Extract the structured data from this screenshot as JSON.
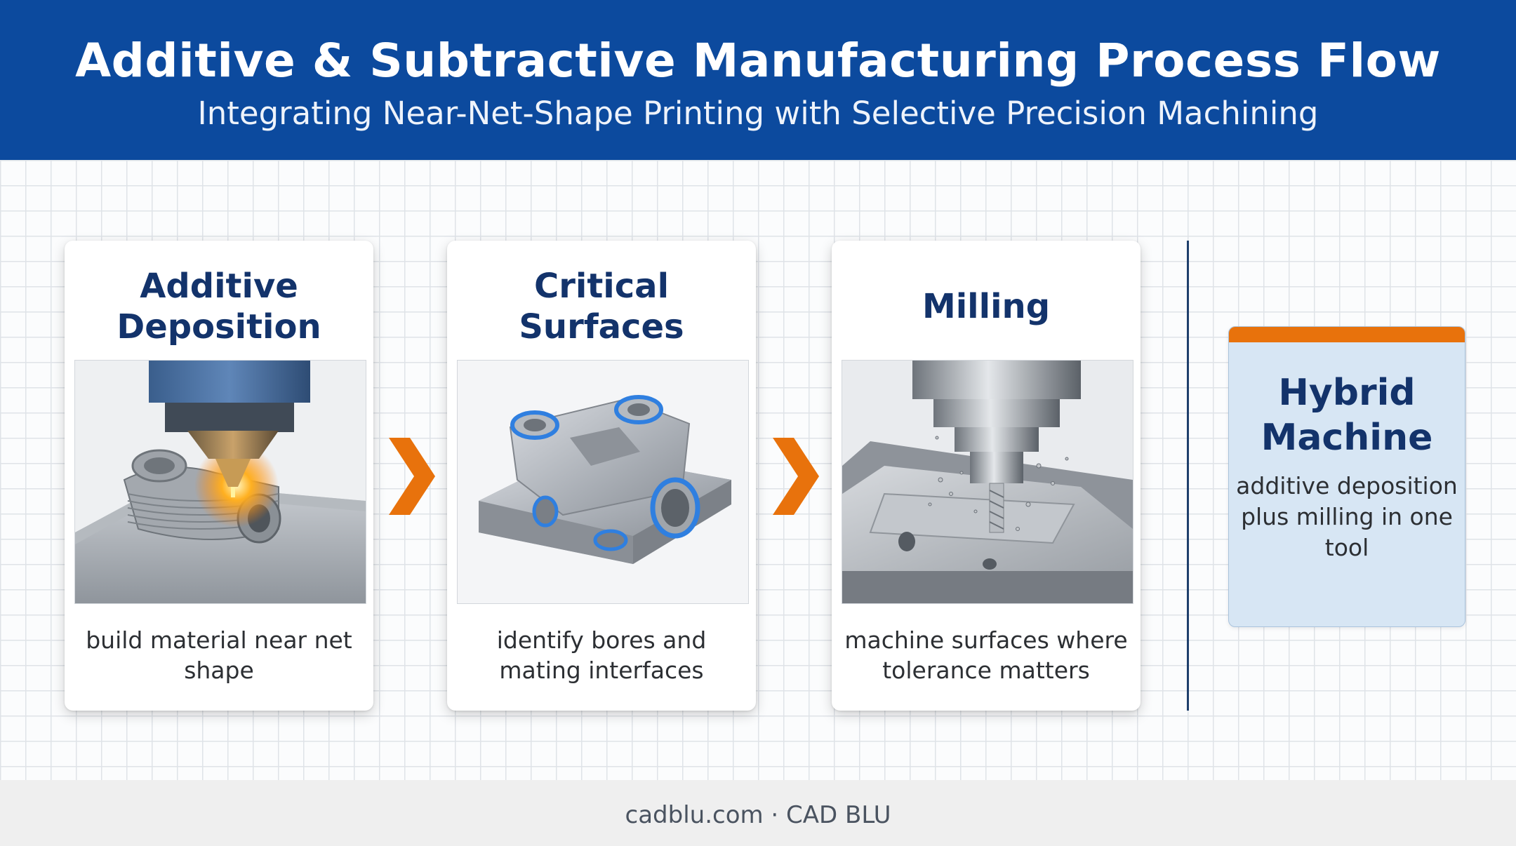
{
  "header": {
    "title": "Additive & Subtractive Manufacturing Process Flow",
    "subtitle": "Integrating Near-Net-Shape Printing with Selective Precision Machining"
  },
  "steps": [
    {
      "title": "Additive Deposition",
      "description": "build material near net shape",
      "image": "3d-printing-deposition-illustration"
    },
    {
      "title": "Critical Surfaces",
      "description": "identify bores and mating interfaces",
      "image": "metal-part-with-highlighted-bores-illustration"
    },
    {
      "title": "Milling",
      "description": "machine surfaces where tolerance matters",
      "image": "cnc-end-mill-cutting-illustration"
    }
  ],
  "hybrid": {
    "title": "Hybrid Machine",
    "description": "additive deposition plus milling in one tool"
  },
  "footer": {
    "text": "cadblu.com · CAD BLU"
  },
  "colors": {
    "header_bg": "#0c4a9e",
    "title_text": "#13336b",
    "arrow": "#e8720c",
    "highlight_ring": "#2f7fe0",
    "hybrid_bg": "#d7e6f4",
    "hybrid_bar": "#e8720c"
  }
}
